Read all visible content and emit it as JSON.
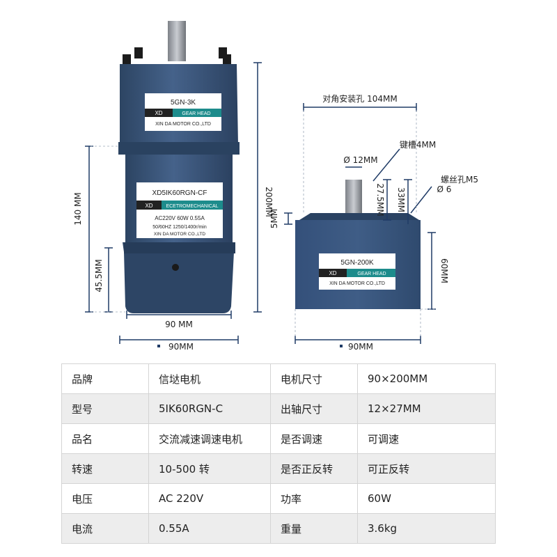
{
  "colors": {
    "motor_body": "#3a5578",
    "motor_dark": "#2c4462",
    "accent_teal": "#1d8c8c",
    "dim_line": "#1f3b66"
  },
  "left_motor": {
    "gear_label": {
      "model": "5GN-3K",
      "brand": "XD",
      "type": "GEAR HEAD",
      "company": "XIN DA MOTOR CO.,LTD"
    },
    "motor_label": {
      "model": "XD5IK60RGN-CF",
      "brand": "XD",
      "type": "ECETROMECHANICAL",
      "spec1": "AC220V  60W  0.55A",
      "spec2": "50/60HZ  1250/1400r/min",
      "company": "XIN DA MOTOR CO.,LTD"
    },
    "dims": {
      "height_total": "200MM",
      "motor_height": "140 MM",
      "base_height": "45.5MM",
      "body_width": "90 MM",
      "outer_width": "90MM"
    }
  },
  "right_gear": {
    "label": {
      "model": "5GN-200K",
      "brand": "XD",
      "type": "GEAR HEAD",
      "company": "XIN DA MOTOR CO.,LTD"
    },
    "dims": {
      "diagonal_hole": "对角安装孔 104MM",
      "keyway": "键槽4MM",
      "shaft_dia": "Ø 12MM",
      "shaft_len": "27.5MM",
      "shaft_total": "33MM",
      "screw": "螺丝孔M5",
      "screw_dia": "Ø 6",
      "flange": "5MM",
      "height": "60MM",
      "width": "90MM"
    }
  },
  "specs": [
    [
      "品牌",
      "信垯电机",
      "电机尺寸",
      "90×200MM"
    ],
    [
      "型号",
      "5IK60RGN-C",
      "出轴尺寸",
      "12×27MM"
    ],
    [
      "品名",
      "交流减速调速电机",
      "是否调速",
      "可调速"
    ],
    [
      "转速",
      "10-500 转",
      "是否正反转",
      "可正反转"
    ],
    [
      "电压",
      "AC 220V",
      "功率",
      "60W"
    ],
    [
      "电流",
      "0.55A",
      "重量",
      "3.6kg"
    ]
  ]
}
